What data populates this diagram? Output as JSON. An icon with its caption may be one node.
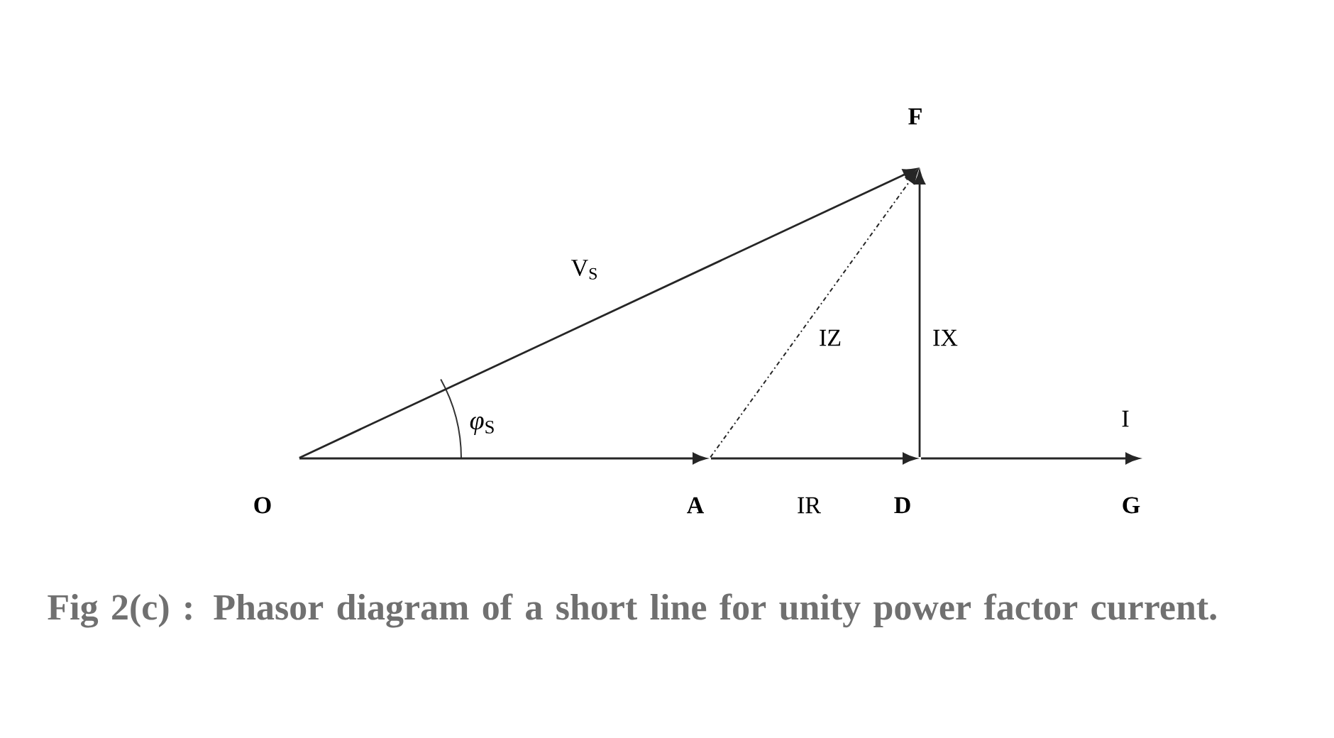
{
  "diagram": {
    "caption": "Fig 2(c) : Phasor diagram of a short line for unity power factor current.",
    "nodes": [
      {
        "text": [
          "O"
        ]
      },
      {
        "text": [
          "A"
        ]
      },
      {
        "text": [
          "D"
        ]
      },
      {
        "text": [
          "G"
        ]
      },
      {
        "text": [
          "F"
        ]
      }
    ],
    "edges": [
      {
        "from": 0,
        "to": 1,
        "arrow": "to"
      },
      {
        "from": 1,
        "to": 2,
        "arrow": "to",
        "label": "IR"
      },
      {
        "from": 2,
        "to": 3,
        "arrow": "to",
        "label": "I"
      },
      {
        "from": 0,
        "to": 4,
        "arrow": "to",
        "label": "V$_{S}$"
      },
      {
        "from": 1,
        "to": 4,
        "arrow": "to",
        "label": "IZ",
        "style": "dashed"
      },
      {
        "from": 2,
        "to": 4,
        "arrow": "to",
        "label": "IX"
      }
    ],
    "labels": [
      "*φ*$_{S}$"
    ]
  }
}
